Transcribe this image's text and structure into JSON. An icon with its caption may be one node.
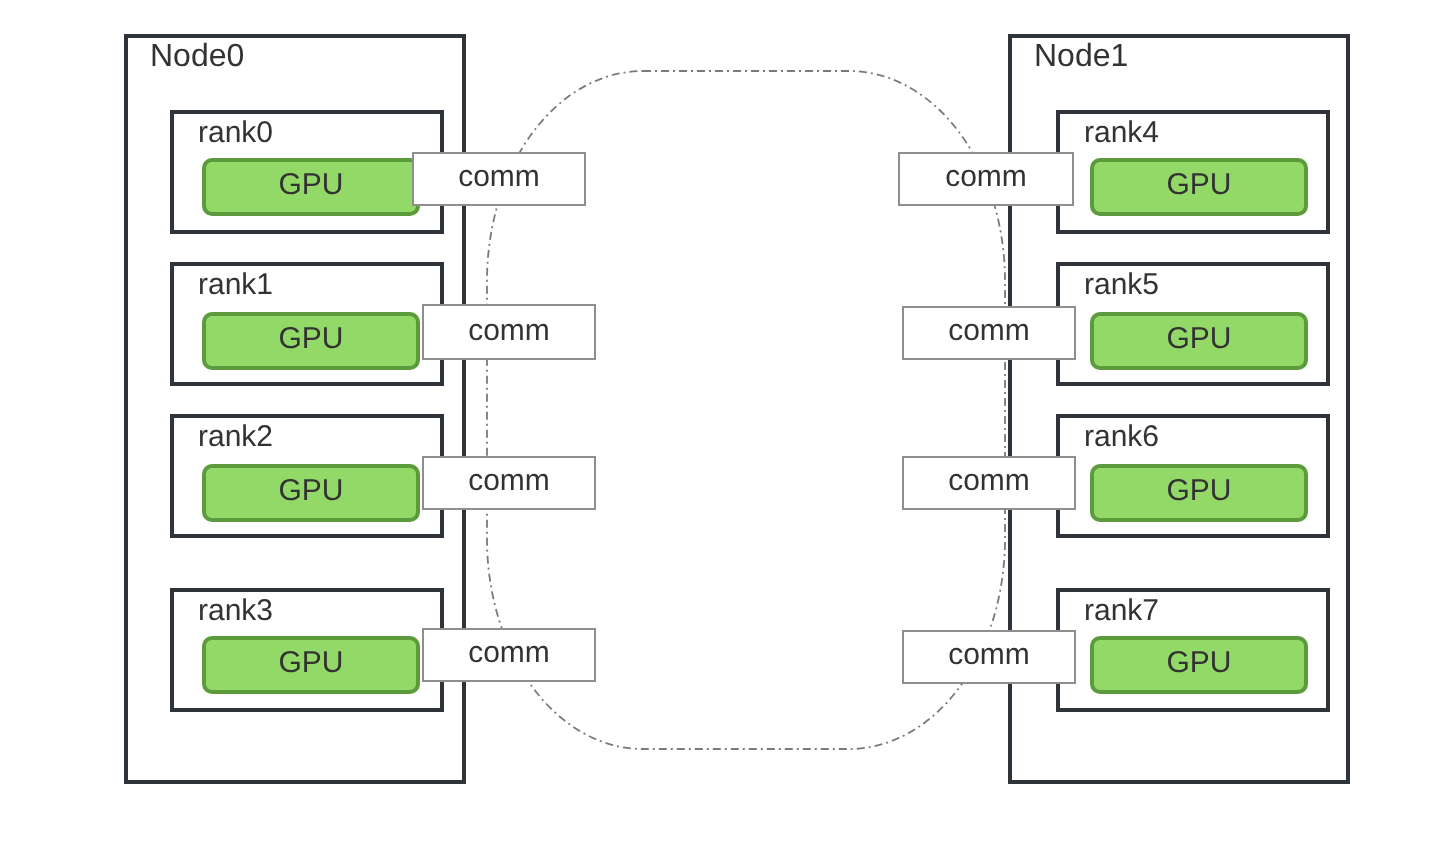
{
  "diagram": {
    "nodes": [
      {
        "text": [
          "Node0"
        ]
      },
      {
        "text": [
          "rank0"
        ],
        "in": 0
      },
      {
        "text": [
          "GPU"
        ],
        "in": 1
      },
      {
        "text": [
          "comm"
        ]
      },
      {
        "text": [
          "rank1"
        ],
        "in": 0
      },
      {
        "text": [
          "GPU"
        ],
        "in": 4
      },
      {
        "text": [
          "comm"
        ]
      },
      {
        "text": [
          "rank2"
        ],
        "in": 0
      },
      {
        "text": [
          "GPU"
        ],
        "in": 7
      },
      {
        "text": [
          "comm"
        ]
      },
      {
        "text": [
          "rank3"
        ],
        "in": 0
      },
      {
        "text": [
          "GPU"
        ],
        "in": 10
      },
      {
        "text": [
          "comm"
        ]
      },
      {
        "text": [],
        "shape": "cloud"
      },
      {
        "text": [
          "Node1"
        ]
      },
      {
        "text": [
          "rank4"
        ],
        "in": 14
      },
      {
        "text": [
          "comm"
        ]
      },
      {
        "text": [
          "GPU"
        ],
        "in": 15
      },
      {
        "text": [
          "rank5"
        ],
        "in": 14
      },
      {
        "text": [
          "comm"
        ]
      },
      {
        "text": [
          "GPU"
        ],
        "in": 18
      },
      {
        "text": [
          "rank6"
        ],
        "in": 14
      },
      {
        "text": [
          "comm"
        ]
      },
      {
        "text": [
          "GPU"
        ],
        "in": 21
      },
      {
        "text": [
          "rank7"
        ],
        "in": 14
      },
      {
        "text": [
          "comm"
        ]
      },
      {
        "text": [
          "GPU"
        ],
        "in": 24
      }
    ]
  }
}
